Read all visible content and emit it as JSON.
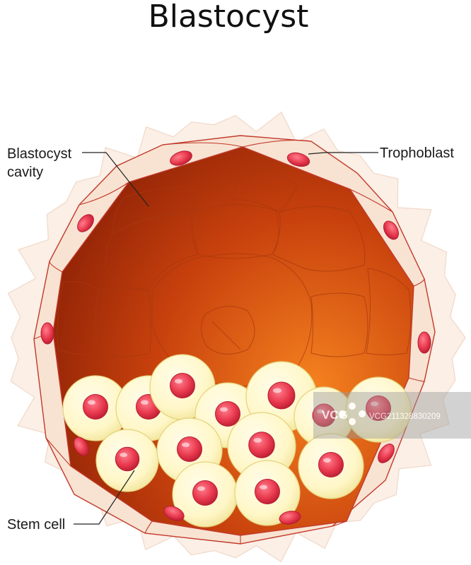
{
  "title": "Blastocyst",
  "labels": {
    "cavity_line1": "Blastocyst",
    "cavity_line2": "cavity",
    "trophoblast": "Trophoblast",
    "stem_cell": "Stem cell"
  },
  "watermark": {
    "logo_text": "VCG",
    "id_text": "VCG211328830209"
  },
  "colors": {
    "outer_halo": "#fbefe6",
    "outer_halo_edge": "#f1d8c8",
    "cell_outline": "#c2392b",
    "trophoblast_fill": "#f8e3d2",
    "cavity_dark": "#8d2106",
    "cavity_mid": "#c8410d",
    "cavity_light": "#f5821f",
    "stem_fill": "#fff7c8",
    "stem_edge": "#e3d27a",
    "nucleus": "#e8384d",
    "nucleus_edge": "#b71c33"
  },
  "icons": {
    "watermark_logo": "vcg-logo-icon"
  }
}
